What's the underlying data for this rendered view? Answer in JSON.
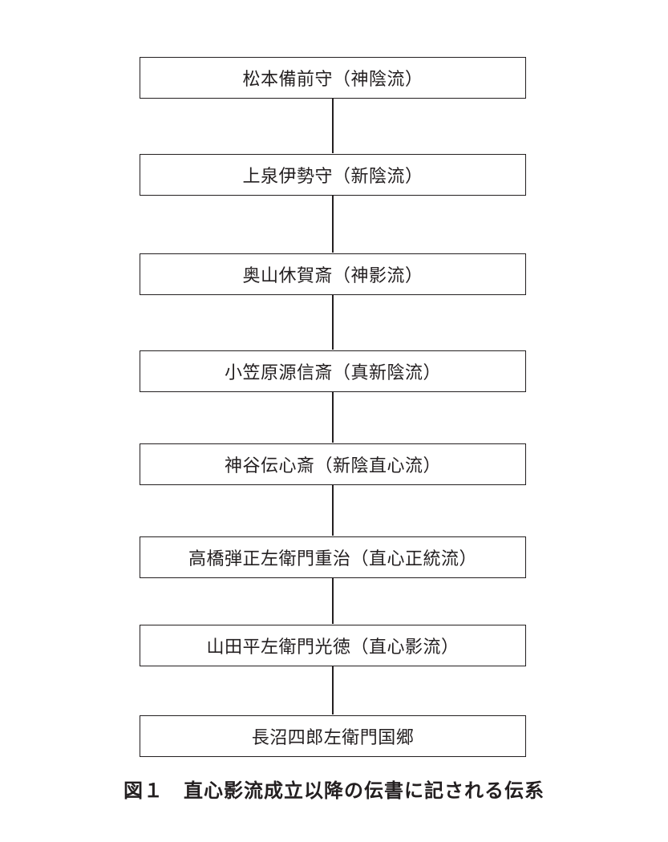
{
  "diagram": {
    "nodes": [
      {
        "label": "松本備前守（神陰流）"
      },
      {
        "label": "上泉伊勢守（新陰流）"
      },
      {
        "label": "奥山休賀斎（神影流）"
      },
      {
        "label": "小笠原源信斎（真新陰流）"
      },
      {
        "label": "神谷伝心斎（新陰直心流）"
      },
      {
        "label": "高橋弾正左衛門重治（直心正統流）"
      },
      {
        "label": "山田平左衛門光徳（直心影流）"
      },
      {
        "label": "長沼四郎左衛門国郷"
      }
    ],
    "caption": "図１　直心影流成立以降の伝書に記される伝系",
    "colors": {
      "line": "#231f20",
      "text": "#231f20",
      "background": "#ffffff"
    }
  }
}
